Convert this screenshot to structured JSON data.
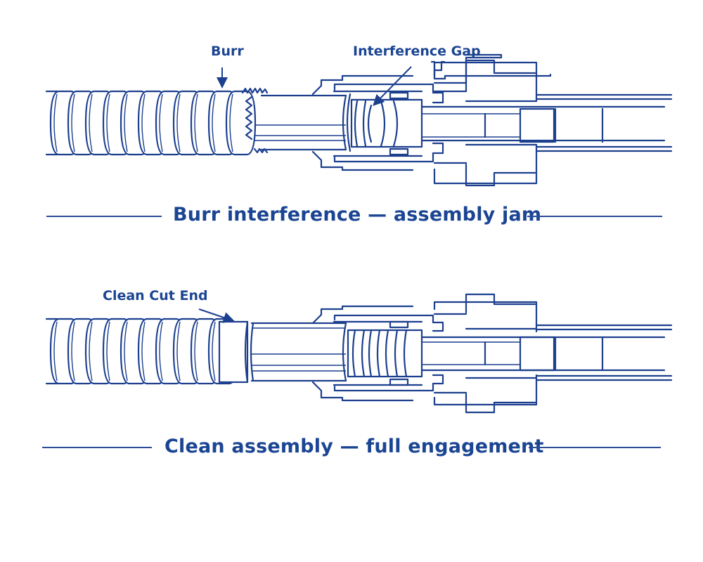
{
  "diagram": {
    "title": "Conduit fitting assembly comparison",
    "colors": {
      "stroke": "#1c3f8e",
      "text": "#1b4593",
      "background": "#ffffff"
    },
    "panels": [
      {
        "id": "burr",
        "callouts": [
          {
            "text": "Burr",
            "pointer": "down-arrow"
          },
          {
            "text": "Interference Gap",
            "pointer": "diagonal-arrow"
          }
        ],
        "caption": "Burr interference — assembly jam",
        "state": "jammed"
      },
      {
        "id": "clean",
        "callouts": [
          {
            "text": "Clean Cut End",
            "pointer": "diagonal-arrow"
          }
        ],
        "caption": "Clean assembly — full engagement",
        "state": "fully engaged"
      }
    ]
  }
}
